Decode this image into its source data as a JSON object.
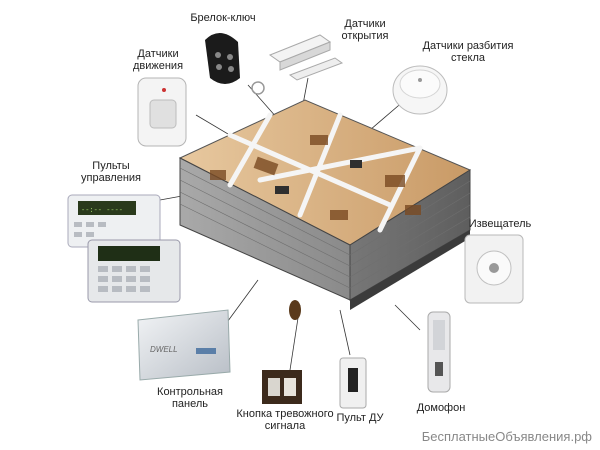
{
  "labels": {
    "keyfob": "Брелок-ключ",
    "door_sensor": "Датчики\nоткрытия",
    "motion_sensor": "Датчики\nдвижения",
    "glass_sensor": "Датчики разбития\nстекла",
    "keypads": "Пульты\nуправления",
    "siren": "Извещатель",
    "control_panel": "Контрольная\nпанель",
    "panic_button": "Кнопка тревожного\nсигнала",
    "remote": "Пульт ДУ",
    "intercom": "Домофон"
  },
  "panel_brand": "DWELL",
  "keypad_display": "--:-- ----",
  "watermark": "БесплатныеОбъявления.рф"
}
